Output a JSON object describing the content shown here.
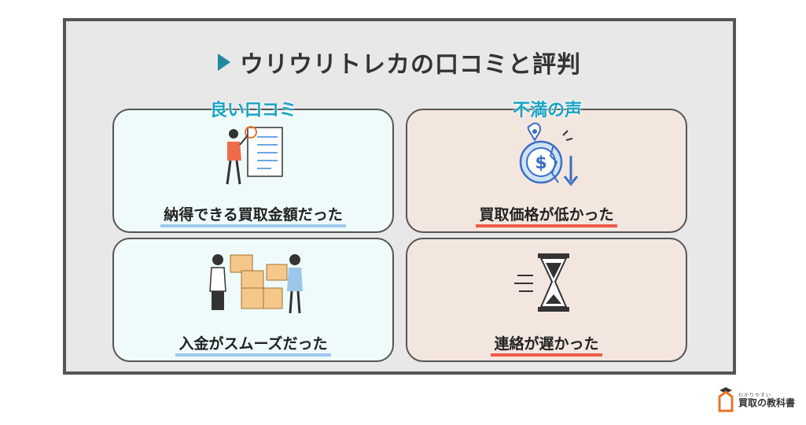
{
  "title": "ウリウリトレカの口コミと評判",
  "columns": {
    "good_label": "良い口コミ",
    "bad_label": "不満の声"
  },
  "cards": {
    "good_1": "納得できる買取金額だった",
    "good_2": "入金がスムーズだった",
    "bad_1": "買取価格が低かった",
    "bad_2": "連絡が遅かった"
  },
  "logo": {
    "sub": "わかりやすい",
    "name": "買取の教科書"
  },
  "colors": {
    "accent": "#1f8a9c",
    "good_label": "#1aa3c2",
    "good_bg": "#effbfa",
    "bad_bg": "#f3e6df",
    "underline_blue": "#9fc9ef",
    "underline_red": "#ef5a4a",
    "logo_orange": "#e8742c"
  },
  "icons": {
    "title": "play-triangle-icon",
    "good_1": "person-checklist-icon",
    "good_2": "people-boxes-icon",
    "bad_1": "broken-coin-decline-icon",
    "bad_2": "hourglass-icon",
    "logo": "house-graduation-cap-icon"
  }
}
